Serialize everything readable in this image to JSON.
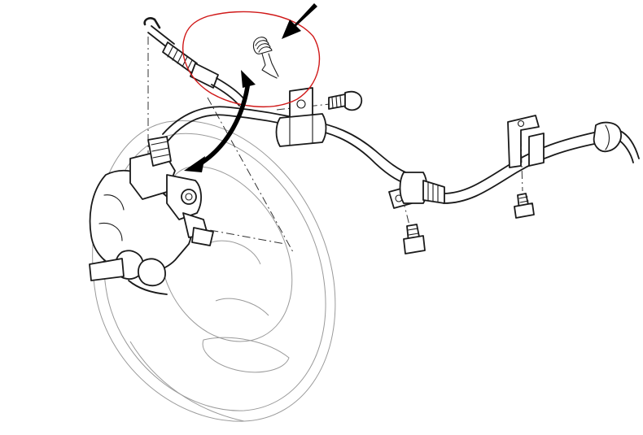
{
  "diagram": {
    "highlight_color": "#d01818",
    "line_color": "#1a1a1a",
    "faint_line_color": "#9a9a9a",
    "arrow_color": "#000000",
    "parts": [
      "brake-disc",
      "caliper",
      "brake-hose",
      "brake-line",
      "hose-bracket",
      "line-clip-bracket",
      "mounting-bolt",
      "retaining-spring"
    ]
  }
}
